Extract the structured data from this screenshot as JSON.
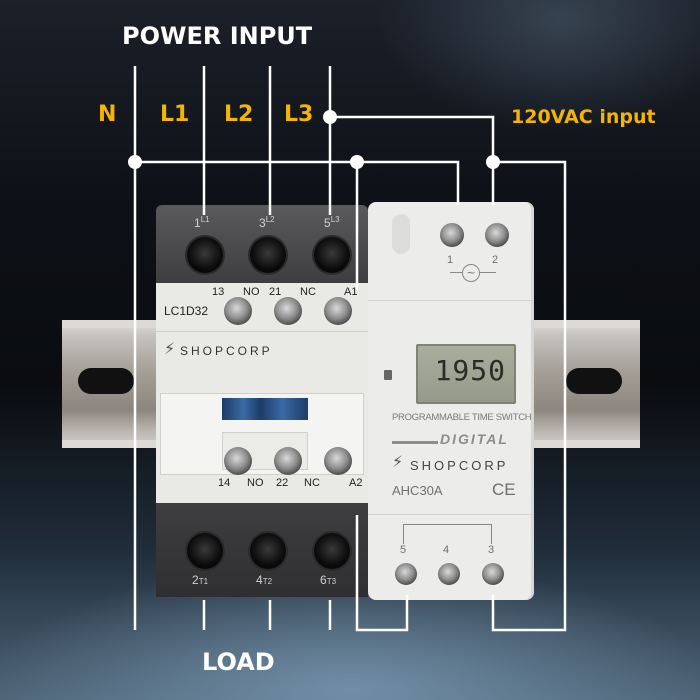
{
  "diagram": {
    "title": "POWER INPUT",
    "bottom_label": "LOAD",
    "input_labels": [
      "N",
      "L1",
      "L2",
      "L3"
    ],
    "timer_input_label": "120VAC input",
    "colors": {
      "label_primary": "#ffffff",
      "label_accent": "#f5b400",
      "wire": "#ffffff",
      "background_dark": "#0d1016"
    }
  },
  "contactor": {
    "model": "LC1D32",
    "brand": "SHOPCORP",
    "power_terminals": [
      {
        "num": "1",
        "sub": "L1"
      },
      {
        "num": "3",
        "sub": "L2"
      },
      {
        "num": "5",
        "sub": "L3"
      }
    ],
    "aux_top": [
      {
        "label": "13",
        "type": "NO"
      },
      {
        "label": "21",
        "type": "NC"
      },
      {
        "label": "A1",
        "type": ""
      }
    ],
    "aux_bottom": [
      {
        "label": "14",
        "type": "NO"
      },
      {
        "label": "22",
        "type": "NC"
      },
      {
        "label": "A2",
        "type": ""
      }
    ],
    "load_terminals": [
      {
        "num": "2",
        "sub": "T1"
      },
      {
        "num": "4",
        "sub": "T2"
      },
      {
        "num": "6",
        "sub": "T3"
      }
    ]
  },
  "timer": {
    "display_time": "1950",
    "product_line": "PROGRAMMABLE TIME SWITCH",
    "style": "DIGITAL",
    "brand": "SHOPCORP",
    "model": "AHC30A",
    "cert_mark": "CE",
    "supply_terminals": [
      "1",
      "2"
    ],
    "supply_symbol": "~",
    "relay_terminals": [
      "5",
      "4",
      "3"
    ]
  }
}
